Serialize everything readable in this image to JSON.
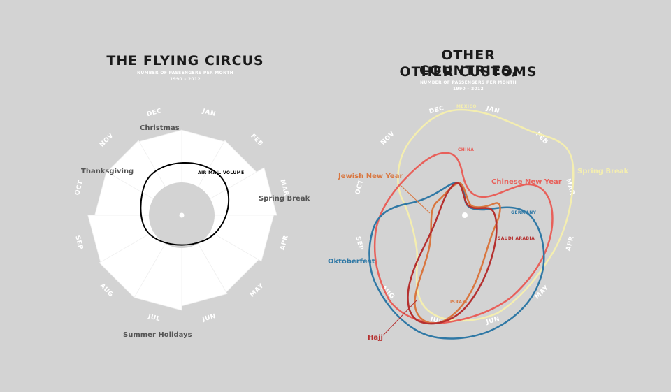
{
  "left": {
    "title": "THE FLYING CIRCUS",
    "subtitle_line1": "NUMBER OF PASSENGERS PER MONTH",
    "subtitle_line2": "1990 – 2012"
  },
  "right": {
    "title_line1": "OTHER COUNTRIES,",
    "title_line2": "OTHER CUSTOMS",
    "subtitle_line1": "NUMBER OF PASSENGERS PER MONTH",
    "subtitle_line2": "1990 – 2012"
  },
  "colors": {
    "background": "#d3d3d3",
    "mexico": "#f4eeb0",
    "china": "#e8605a",
    "germany": "#2f78a5",
    "israel": "#d9763f",
    "saudi_arabia": "#b5302f",
    "air_mail": "#000000"
  },
  "chart_data": [
    {
      "type": "radial-bar",
      "title": "THE FLYING CIRCUS",
      "subtitle": "NUMBER OF PASSENGERS PER MONTH 1990 – 2012",
      "categories": [
        "JAN",
        "FEB",
        "MAR",
        "APR",
        "MAY",
        "JUN",
        "JUL",
        "AUG",
        "SEP",
        "OCT",
        "NOV",
        "DEC"
      ],
      "series": [
        {
          "name": "",
          "values": [
            0.84,
            0.86,
            1.0,
            0.95,
            0.9,
            0.93,
            1.0,
            1.0,
            0.98,
            0.87,
            0.86,
            0.84
          ]
        },
        {
          "name": "AIR MAIL VOLUME",
          "values": [
            0.65,
            0.7,
            0.68,
            0.55,
            0.5,
            0.48,
            0.47,
            0.5,
            0.52,
            0.58,
            0.63,
            0.64
          ]
        }
      ],
      "annotations": [
        "Christmas",
        "Thanksgiving",
        "Spring Break",
        "Summer Holidays"
      ]
    },
    {
      "type": "radial-line",
      "title": "OTHER COUNTRIES, OTHER CUSTOMS",
      "subtitle": "NUMBER OF PASSENGERS PER MONTH 1990 – 2012",
      "categories": [
        "JAN",
        "FEB",
        "MAR",
        "APR",
        "MAY",
        "JUN",
        "JUL",
        "AUG",
        "SEP",
        "OCT",
        "NOV",
        "DEC"
      ],
      "series": [
        {
          "name": "MEXICO",
          "values": [
            1.0,
            1.0,
            0.98,
            0.9,
            0.78,
            0.78,
            0.85,
            0.85,
            0.5,
            0.55,
            0.95,
            1.0
          ]
        },
        {
          "name": "CHINA",
          "values": [
            0.6,
            0.6,
            0.85,
            0.82,
            0.74,
            0.68,
            0.8,
            0.8,
            0.9,
            0.7,
            0.48,
            0.58
          ]
        },
        {
          "name": "GERMANY",
          "values": [
            0.1,
            0.25,
            0.8,
            0.85,
            0.98,
            1.0,
            0.96,
            1.0,
            0.95,
            0.75,
            0.3,
            0.1
          ]
        },
        {
          "name": "ISRAEL",
          "values": [
            0.3,
            0.3,
            0.28,
            0.32,
            0.38,
            0.72,
            0.88,
            0.55,
            0.45,
            0.45,
            0.38,
            0.3
          ]
        },
        {
          "name": "SAUDI ARABIA",
          "values": [
            0.36,
            0.32,
            0.25,
            0.32,
            0.5,
            0.7,
            0.8,
            0.66,
            0.52,
            0.4,
            0.3,
            0.34
          ]
        }
      ],
      "annotations": [
        "Spring Break",
        "Chinese New Year",
        "Jewish New Year",
        "Oktoberfest",
        "Hajj"
      ]
    }
  ],
  "labels": {
    "months": [
      "JAN",
      "FEB",
      "MAR",
      "APR",
      "MAY",
      "JUN",
      "JUL",
      "AUG",
      "SEP",
      "OCT",
      "NOV",
      "DEC"
    ],
    "left_ann": {
      "christmas": "Christmas",
      "thanksgiving": "Thanksgiving",
      "spring_break": "Spring Break",
      "summer": "Summer Holidays",
      "air_mail": "AIR MAIL VOLUME"
    },
    "right_ann": {
      "mexico": "MEXICO",
      "china": "CHINA",
      "germany": "GERMANY",
      "saudi": "SAUDI ARABIA",
      "israel": "ISRAEL",
      "spring_break": "Spring Break",
      "chinese_new_year": "Chinese New Year",
      "jewish_new_year": "Jewish New Year",
      "oktoberfest": "Oktoberfest",
      "hajj": "Hajj"
    }
  }
}
